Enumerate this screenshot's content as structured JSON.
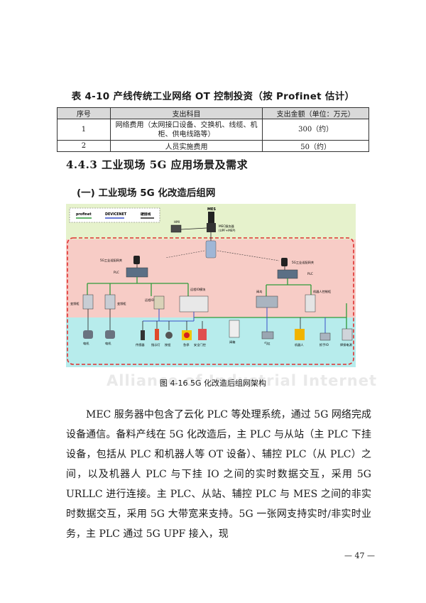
{
  "table": {
    "title": "表 4-10   产线传统工业网络 OT 控制投资（按 Profinet 估计）",
    "headers": [
      "序号",
      "支出科目",
      "支出金额（单位：万元）"
    ],
    "rows": [
      [
        "1",
        "网络费用（太网接口设备、交换机、线缆、机柜、供电线路等）",
        "300（约）"
      ],
      [
        "2",
        "人员实施费用",
        "50（约）"
      ]
    ]
  },
  "section": {
    "heading": "4.4.3 工业现场 5G 应用场景及需求",
    "subheading": "(一)  工业现场 5G 化改造后组网"
  },
  "diagram": {
    "legend": [
      "profinet",
      "DEVICENET",
      "硬接线"
    ],
    "labels": {
      "mes": "MES",
      "hmi": "HMI",
      "mec": "MEC服务器",
      "mec_sub": "(UPF+MEP)",
      "gw_left": "5G工业适配网关",
      "gw_right": "5G工业适配网关",
      "plc_left": "PLC",
      "plc_right": "PLC",
      "remote_io_left": "远程IO",
      "remote_io_module": "远程IO模块",
      "inverter1": "变频柜",
      "inverter2": "变频柜",
      "valve": "阀岛",
      "robot_ctrl": "机器人控制柜",
      "motor1": "电机",
      "motor2": "电机",
      "sensor": "传感器",
      "indicator": "指示灯",
      "button": "按钮",
      "estop": "急停",
      "safety_door": "安全门控",
      "valve_box": "阀箱",
      "cylinder": "气缸",
      "robot": "机器人",
      "gripper_io": "抓手IO",
      "weld_power": "焊接电源"
    },
    "colors": {
      "top_band": "#e6f2cc",
      "mid_band": "#f7ccc6",
      "bottom_band": "#b7ecec",
      "border": "#e03030",
      "profinet": "#2f9a3a",
      "devicenet": "#3a50c8",
      "hardwire": "#222222"
    },
    "watermark": "Alliance of Industrial Internet"
  },
  "figure_caption": "图 4-16   5G 化改造后组网架构",
  "paragraph": "MEC 服务器中包含了云化 PLC 等处理系统，通过 5G 网络完成设备通信。备料产线在 5G 化改造后，主 PLC 与从站（主 PLC 下挂设备，包括从 PLC 和机器人等 OT 设备）、辅控 PLC（从 PLC）之间，以及机器人 PLC 与下挂 IO 之间的实时数据交互，采用 5G URLLC 进行连接。主 PLC、从站、辅控 PLC 与 MES 之间的非实时数据交互，采用 5G 大带宽来支持。5G 一张网支持实时/非实时业务，主 PLC 通过 5G UPF 接入，现",
  "page_number": "— 47 —"
}
